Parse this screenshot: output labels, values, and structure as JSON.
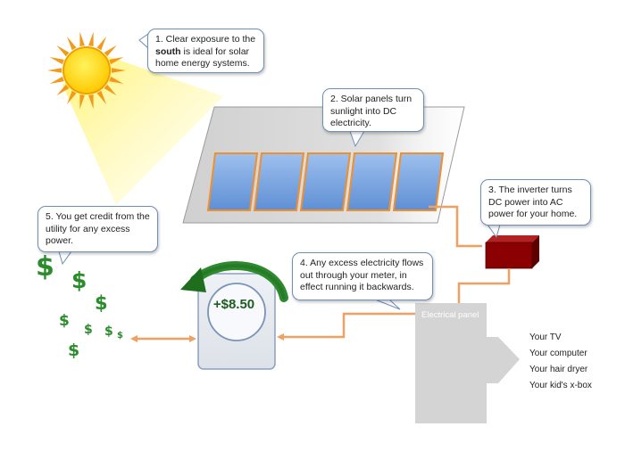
{
  "callouts": {
    "sun": {
      "pre": "1. Clear exposure to the ",
      "bold": "south",
      "post": " is ideal for solar home energy systems."
    },
    "panels": "2. Solar panels turn sunlight into DC electricity.",
    "inverter": "3. The inverter turns DC power into AC power for your home.",
    "meter": "4. Any excess electricity flows out through your meter, in effect running it backwards.",
    "credit": "5. You get credit from the utility for any excess power."
  },
  "meter": {
    "value": "+$8.50"
  },
  "electrical_panel": {
    "label": "Electrical panel"
  },
  "devices": [
    "Your TV",
    "Your computer",
    "Your hair dryer",
    "Your kid's x-box"
  ],
  "dollar_symbol": "$",
  "colors": {
    "sun": "#ffd400",
    "sun_rays": "#f29a1a",
    "panel_cell": "#7aa6e0",
    "panel_border": "#f0902a",
    "inverter": "#8b0000",
    "wire": "#f0a060",
    "money": "#2c8c2c",
    "arrow_green": "#1e6e1e"
  }
}
